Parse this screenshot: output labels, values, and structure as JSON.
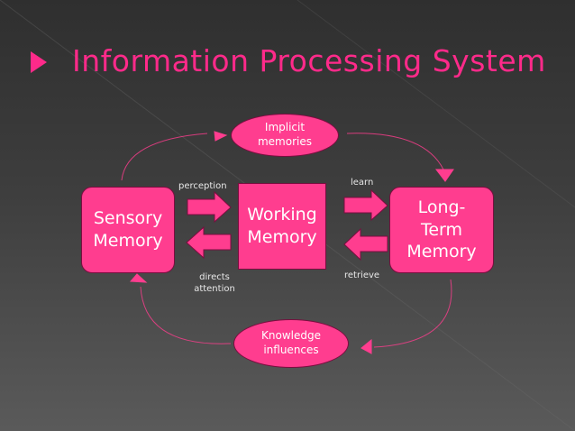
{
  "title": "Information Processing System",
  "nodes": {
    "sensory": {
      "line1": "Sensory",
      "line2": "Memory"
    },
    "working": {
      "line1": "Working",
      "line2": "Memory"
    },
    "ltm": {
      "line1": "Long-",
      "line2": "Term",
      "line3": "Memory"
    },
    "implicit": {
      "line1": "Implicit",
      "line2": "memories"
    },
    "knowledge": {
      "line1": "Knowledge",
      "line2": "influences"
    }
  },
  "edges": {
    "perception": "perception",
    "directs": "directs",
    "attention": "attention",
    "learn": "learn",
    "retrieve": "retrieve"
  },
  "colors": {
    "accent": "#ff3d8f",
    "title": "#ff2a8a",
    "background": "#3e3e3e"
  }
}
